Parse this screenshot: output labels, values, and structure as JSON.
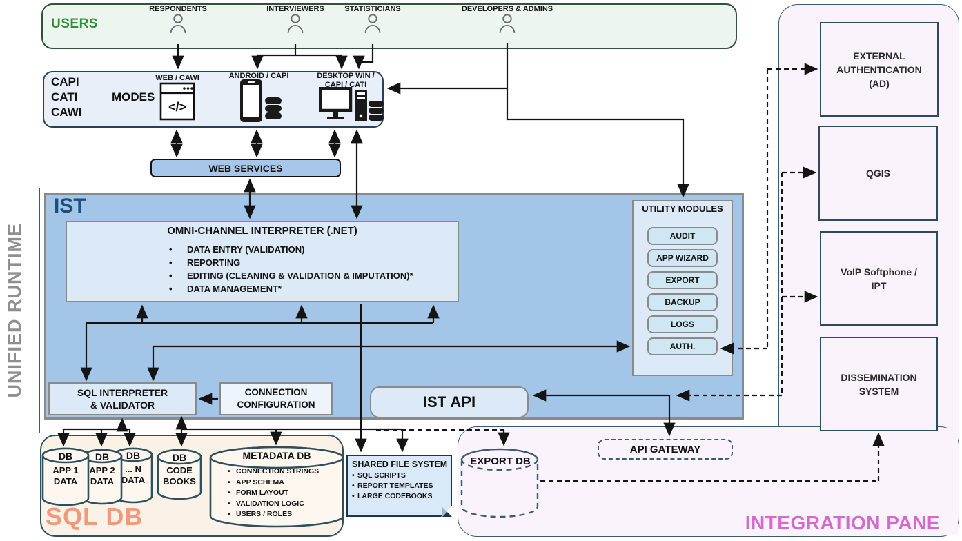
{
  "colors": {
    "users_border": "#33523c",
    "users_fill": "#edf6ee",
    "users_green": "#2e8f3a",
    "modes_fill": "#e9eff8",
    "modes_border": "#24425c",
    "web_services_fill": "#a6c7e9",
    "ist_fill": "#a2c5e8",
    "ist_label_blue": "#1d4e7e",
    "panel_fill": "#dce9f7",
    "module_fill": "#cfe7f3",
    "runtime_gray": "#8f8f8f",
    "sql_region_fill": "#faf1e7",
    "sql_db_salmon": "#f2997b",
    "cylinder_stroke": "#2f4f5c",
    "note_fill": "#d9e9f8",
    "pane_fill": "#fbf3fb",
    "pane_border": "#3d5a73",
    "integration_magenta": "#d569ce",
    "connector_black": "#141414"
  },
  "users": {
    "label": "USERS",
    "groups": [
      "RESPONDENTS",
      "INTERVIEWERS",
      "STATISTICIANS",
      "DEVELOPERS & ADMINS"
    ]
  },
  "modes": {
    "rows": [
      "CAPI",
      "CATI",
      "CAWI"
    ],
    "modes_word": "MODES",
    "channels": [
      {
        "lines": [
          "WEB / CAWI"
        ]
      },
      {
        "lines": [
          "ANDROID / CAPI"
        ]
      },
      {
        "lines": [
          "DESKTOP WIN /",
          "CAPI / CATI"
        ]
      }
    ],
    "code_glyph": "</>"
  },
  "web_services": {
    "label": "WEB SERVICES"
  },
  "runtime": {
    "label": "UNIFIED RUNTIME",
    "ist_label": "IST"
  },
  "omni": {
    "title": "OMNI-CHANNEL INTERPRETER (.NET)",
    "bullets": [
      "DATA ENTRY (VALIDATION)",
      "REPORTING",
      "EDITING (CLEANING & VALIDATION & IMPUTATION)*",
      "DATA MANAGEMENT*"
    ]
  },
  "utility": {
    "title": "UTILITY MODULES",
    "modules": [
      "AUDIT",
      "APP WIZARD",
      "EXPORT",
      "BACKUP",
      "LOGS",
      "AUTH."
    ]
  },
  "sql_interpreter": {
    "lines": [
      "SQL INTERPRETER",
      "& VALIDATOR"
    ]
  },
  "connection_config": {
    "lines": [
      "CONNECTION",
      "CONFIGURATION"
    ]
  },
  "ist_api": {
    "label": "IST API"
  },
  "sql_db": {
    "label": "SQL DB",
    "cylinders": [
      {
        "db": "DB",
        "lines": [
          "APP 1",
          "DATA"
        ]
      },
      {
        "db": "DB",
        "lines": [
          "APP 2",
          "DATA"
        ]
      },
      {
        "db": "DB",
        "lines": [
          "... N",
          "DATA"
        ]
      },
      {
        "db": "DB",
        "lines": [
          "CODE",
          "BOOKS"
        ]
      }
    ],
    "metadata": {
      "title": "METADATA DB",
      "bullets": [
        "CONNECTION STRINGS",
        "APP SCHEMA",
        "FORM LAYOUT",
        "VALIDATION LOGIC",
        "USERS / ROLES"
      ]
    }
  },
  "shared_fs": {
    "title": "SHARED FILE SYSTEM",
    "bullets": [
      "SQL SCRIPTS",
      "REPORT TEMPLATES",
      "LARGE CODEBOOKS"
    ]
  },
  "integration": {
    "label": "INTEGRATION PANE",
    "boxes": [
      {
        "lines": [
          "EXTERNAL",
          "AUTHENTICATION",
          "(AD)"
        ]
      },
      {
        "lines": [
          "QGIS"
        ]
      },
      {
        "lines": [
          "VoIP Softphone /",
          "IPT"
        ]
      },
      {
        "lines": [
          "DISSEMINATION",
          "SYSTEM"
        ]
      }
    ],
    "export_db": "EXPORT DB",
    "api_gateway": "API GATEWAY"
  }
}
